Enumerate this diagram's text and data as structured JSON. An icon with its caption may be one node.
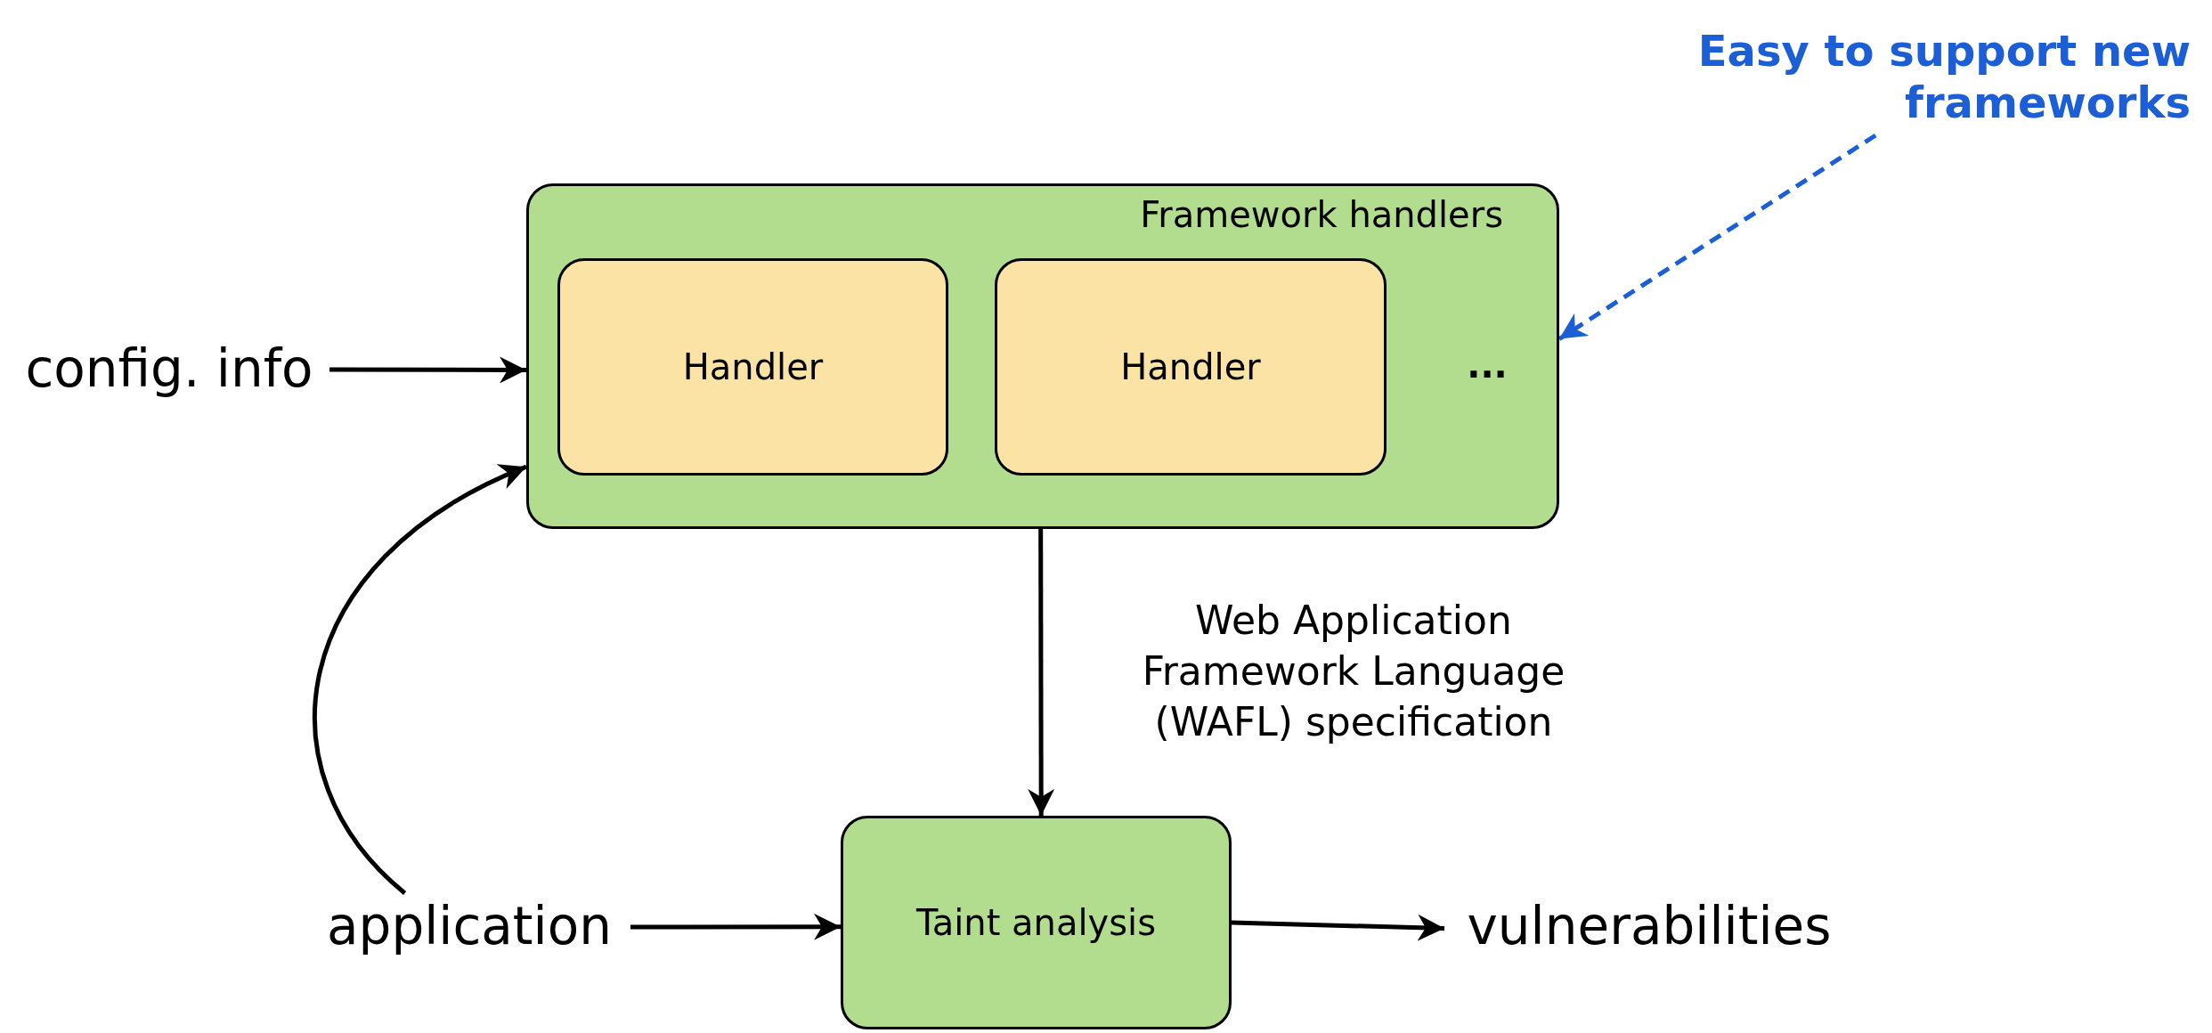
{
  "diagram": {
    "nodes": [
      {
        "text": [
          "Framework handlers"
        ]
      },
      {
        "text": [
          "Handler"
        ],
        "in": 0
      },
      {
        "text": [
          "Handler"
        ],
        "in": 0
      },
      {
        "text": [
          "config. info"
        ]
      },
      {
        "text": [
          "application"
        ]
      },
      {
        "text": [
          "Taint analysis"
        ]
      },
      {
        "text": [
          "vulnerabilities"
        ]
      },
      {
        "text": [
          "Easy to support new frameworks"
        ]
      }
    ],
    "edges": [
      {
        "from": 3,
        "to": 0,
        "arrow": "to"
      },
      {
        "from": 4,
        "to": 0,
        "arrow": "to"
      },
      {
        "from": 4,
        "to": 5,
        "arrow": "to"
      },
      {
        "from": 0,
        "to": 5,
        "arrow": "to",
        "label": "Web Application Framework Language (WAFL) specification"
      },
      {
        "from": 5,
        "to": 6,
        "arrow": "to"
      },
      {
        "from": 7,
        "to": 0,
        "arrow": "to",
        "style": "dashed",
        "color": "#1c5ed6"
      }
    ],
    "labels": [
      "..."
    ]
  }
}
